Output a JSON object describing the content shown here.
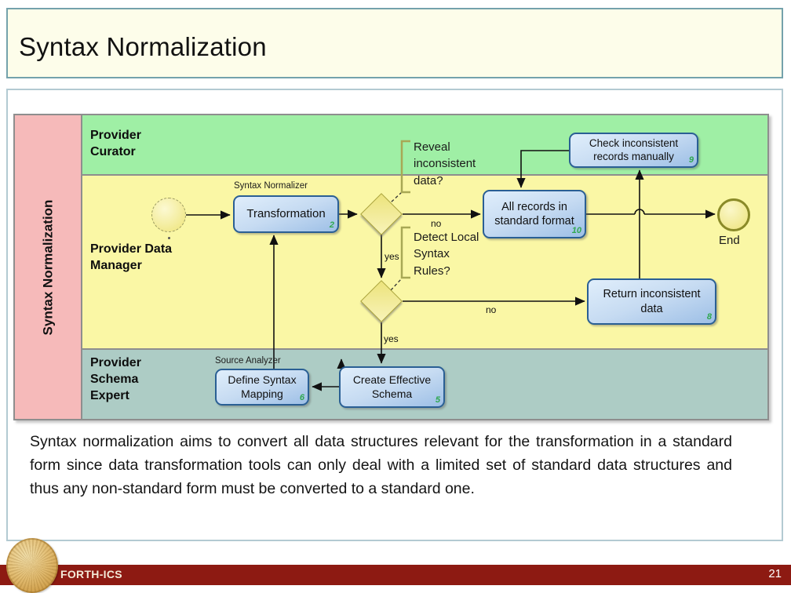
{
  "slide": {
    "title": "Syntax Normalization",
    "body_text": "Syntax normalization aims to convert all data structures relevant for the transformation in a standard form since data transformation tools can only deal with a limited set of standard data structures and thus any non-standard form must be converted to a standard one."
  },
  "footer": {
    "org": "FORTH-ICS",
    "page_number": "21",
    "logo": "phaistos-disc-logo"
  },
  "diagram": {
    "pool_label": "Syntax Normalization",
    "lanes": [
      {
        "label": "Provider Curator"
      },
      {
        "label": "Provider Data Manager"
      },
      {
        "label": "Provider Schema Expert"
      }
    ],
    "start_event": {
      "type": "start"
    },
    "end_event": {
      "type": "end",
      "label": "End"
    },
    "tasks": {
      "transformation": {
        "label": "Transformation",
        "number": "2",
        "tag": "Syntax Normalizer"
      },
      "check": {
        "label": "Check inconsistent records manually",
        "number": "9"
      },
      "all_records": {
        "label": "All records in standard format",
        "number": "10"
      },
      "return_data": {
        "label": "Return inconsistent data",
        "number": "8"
      },
      "create_schema": {
        "label": "Create Effective Schema",
        "number": "5"
      },
      "define_mapping": {
        "label": "Define Syntax Mapping",
        "number": "6",
        "tag": "Source Analyzer"
      }
    },
    "annotations": {
      "reveal": "Reveal inconsistent data?",
      "detect": "Detect Local Syntax Rules?"
    },
    "flow_labels": {
      "no1": "no",
      "yes1": "yes",
      "no2": "no",
      "yes2": "yes"
    }
  },
  "colors": {
    "footer_bar": "#8D1A12",
    "lane_pink": "#F6BABA",
    "lane_green": "#9FEFA5",
    "lane_yellow": "#FAF7A5",
    "lane_teal": "#ADCCC5",
    "task_border": "#2A5F94",
    "task_number_green": "#2FA84F",
    "gateway_yellow": "#ECE37C",
    "title_bg": "#FDFDEA",
    "box_border_teal": "#74A2AC"
  }
}
